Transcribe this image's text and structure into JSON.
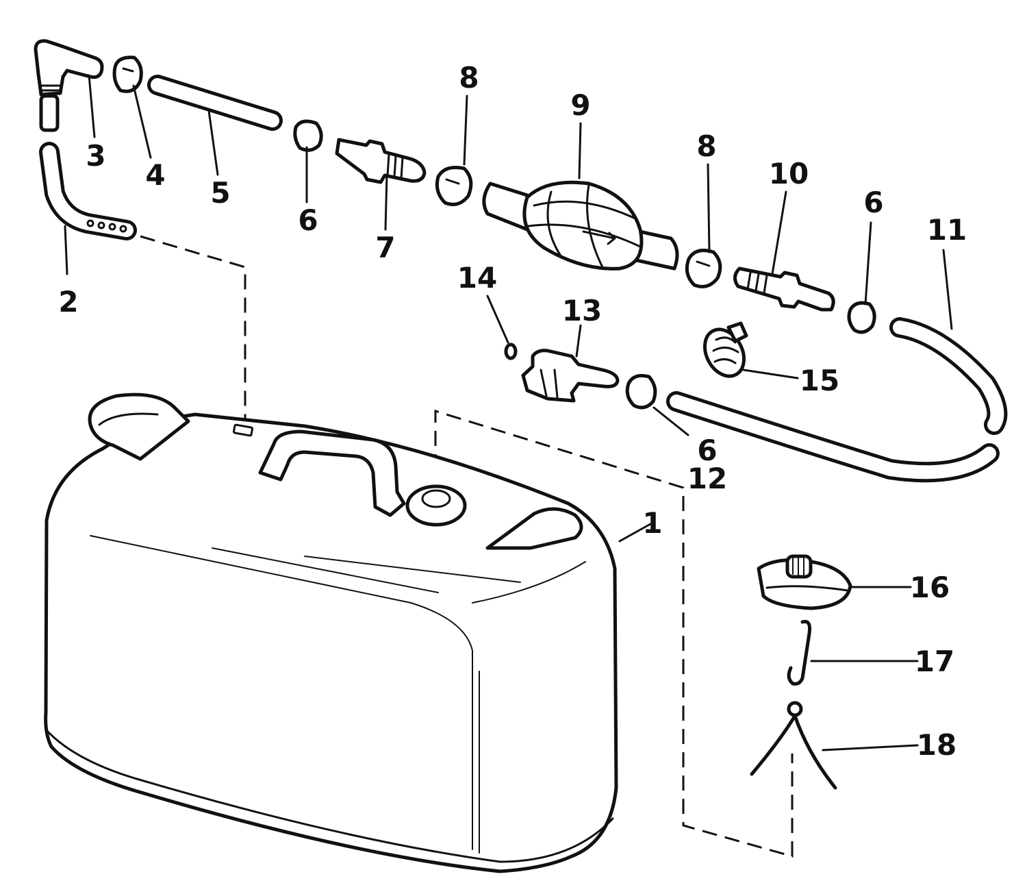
{
  "callouts": [
    {
      "id": "1",
      "label": "1"
    },
    {
      "id": "2",
      "label": "2"
    },
    {
      "id": "3",
      "label": "3"
    },
    {
      "id": "4",
      "label": "4"
    },
    {
      "id": "5",
      "label": "5"
    },
    {
      "id": "6a",
      "label": "6"
    },
    {
      "id": "7",
      "label": "7"
    },
    {
      "id": "8a",
      "label": "8"
    },
    {
      "id": "9",
      "label": "9"
    },
    {
      "id": "8b",
      "label": "8"
    },
    {
      "id": "10",
      "label": "10"
    },
    {
      "id": "6b",
      "label": "6"
    },
    {
      "id": "11",
      "label": "11"
    },
    {
      "id": "14",
      "label": "14"
    },
    {
      "id": "13",
      "label": "13"
    },
    {
      "id": "15",
      "label": "15"
    },
    {
      "id": "6c",
      "label": "6"
    },
    {
      "id": "12",
      "label": "12"
    },
    {
      "id": "16",
      "label": "16"
    },
    {
      "id": "17",
      "label": "17"
    },
    {
      "id": "18",
      "label": "18"
    }
  ]
}
